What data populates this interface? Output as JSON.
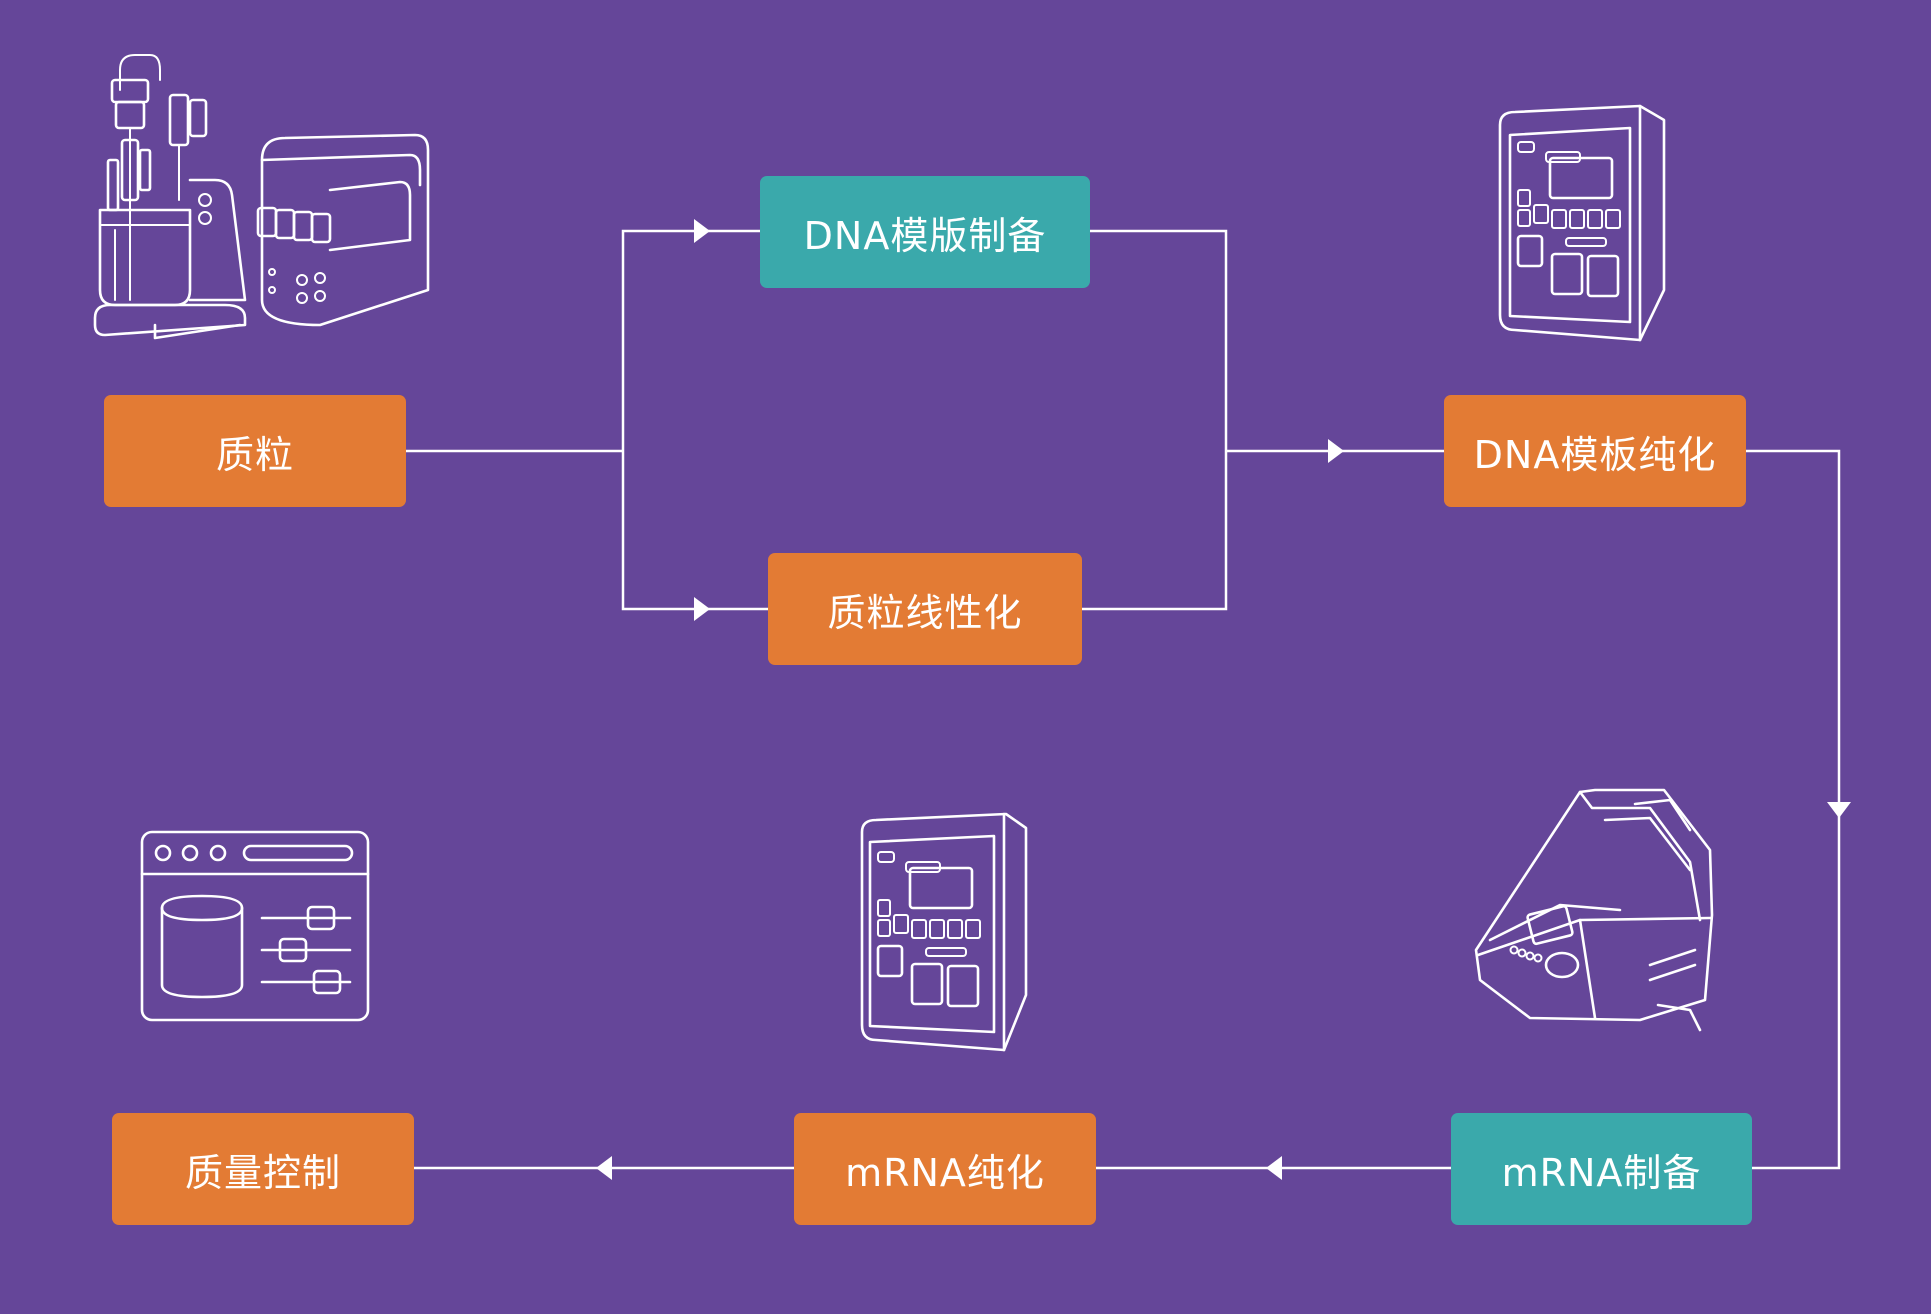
{
  "diagram": {
    "background": "#654699",
    "accent_orange": "#e37b34",
    "accent_teal": "#3aa9ab",
    "nodes": {
      "plasmid": {
        "label": "质粒",
        "color": "orange"
      },
      "dna_template_prep": {
        "label": "DNA模版制备",
        "color": "teal"
      },
      "plasmid_linearization": {
        "label": "质粒线性化",
        "color": "orange"
      },
      "dna_template_purification": {
        "label": "DNA模板纯化",
        "color": "orange"
      },
      "mrna_prep": {
        "label": "mRNA制备",
        "color": "teal"
      },
      "mrna_purification": {
        "label": "mRNA纯化",
        "color": "orange"
      },
      "quality_control": {
        "label": "质量控制",
        "color": "orange"
      }
    },
    "icons": [
      "bioreactor-icon",
      "chromatography-system-icon",
      "purification-instrument-icon",
      "thermal-cycler-icon",
      "quality-control-software-icon"
    ]
  }
}
